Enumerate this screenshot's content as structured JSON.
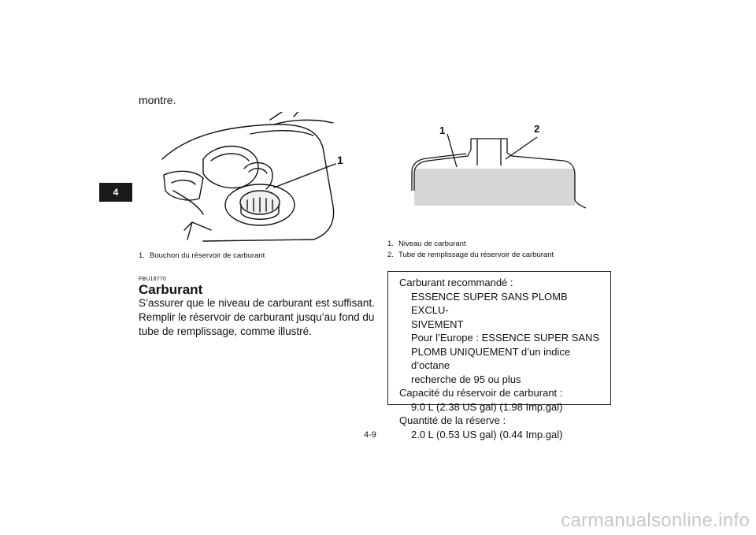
{
  "chapter_tab": "4",
  "continued_text": "montre.",
  "figure_left": {
    "callout": "1",
    "caption": [
      {
        "num": "1.",
        "text": "Bouchon du réservoir de carburant"
      }
    ]
  },
  "figure_right": {
    "callouts": [
      "1",
      "2"
    ],
    "caption": [
      {
        "num": "1.",
        "text": "Niveau de carburant"
      },
      {
        "num": "2.",
        "text": "Tube de remplissage du réservoir de carburant"
      }
    ]
  },
  "section": {
    "code": "FBU18770",
    "title": "Carburant",
    "paragraph": "S’assurer que le niveau de carburant est suffisant. Remplir le réservoir de carburant jusqu’au fond du tube de remplissage, comme illustré."
  },
  "spec_box": {
    "lines": [
      {
        "text": "Carburant recommandé :",
        "indent": false
      },
      {
        "text": "ESSENCE SUPER SANS PLOMB EXCLU-",
        "indent": true
      },
      {
        "text": "SIVEMENT",
        "indent": true
      },
      {
        "text": "Pour l’Europe : ESSENCE SUPER SANS",
        "indent": true
      },
      {
        "text": "PLOMB UNIQUEMENT d’un indice d’octane",
        "indent": true
      },
      {
        "text": "recherche de 95 ou plus",
        "indent": true
      },
      {
        "text": "Capacité du réservoir de carburant :",
        "indent": false
      },
      {
        "text": "9.0 L (2.38 US gal) (1.98 Imp.gal)",
        "indent": true
      },
      {
        "text": "Quantité de la réserve :",
        "indent": false
      },
      {
        "text": "2.0 L (0.53 US gal) (0.44 Imp.gal)",
        "indent": true
      }
    ]
  },
  "page_number": "4-9",
  "watermark": "carmanualsonline.info",
  "colors": {
    "tab_bg": "#1a1a1a",
    "fuel_fill": "#d6d6d6",
    "watermark": "#c8c8c8"
  }
}
